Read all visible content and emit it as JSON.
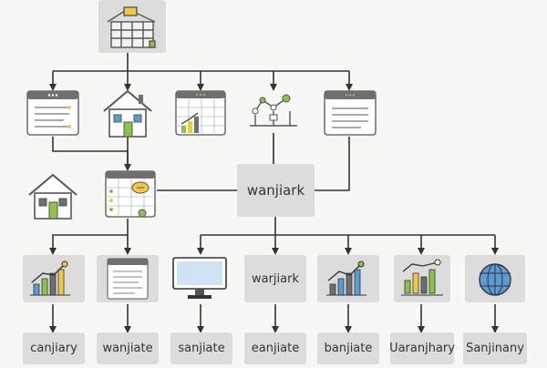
{
  "center_node": {
    "label": "wanjiark"
  },
  "tier3_box_label": "warjiark",
  "bottom_labels": [
    "canjiary",
    "wanjiate",
    "sanjiate",
    "eanjiate",
    "banjiate",
    "Uaranjhary",
    "Sanjinany"
  ],
  "colors": {
    "line": "#333333",
    "box": "#dcdcdc",
    "yellow": "#f2c744",
    "green": "#8bc34a",
    "blue": "#5b9bd5",
    "gray": "#6f6f6f"
  }
}
